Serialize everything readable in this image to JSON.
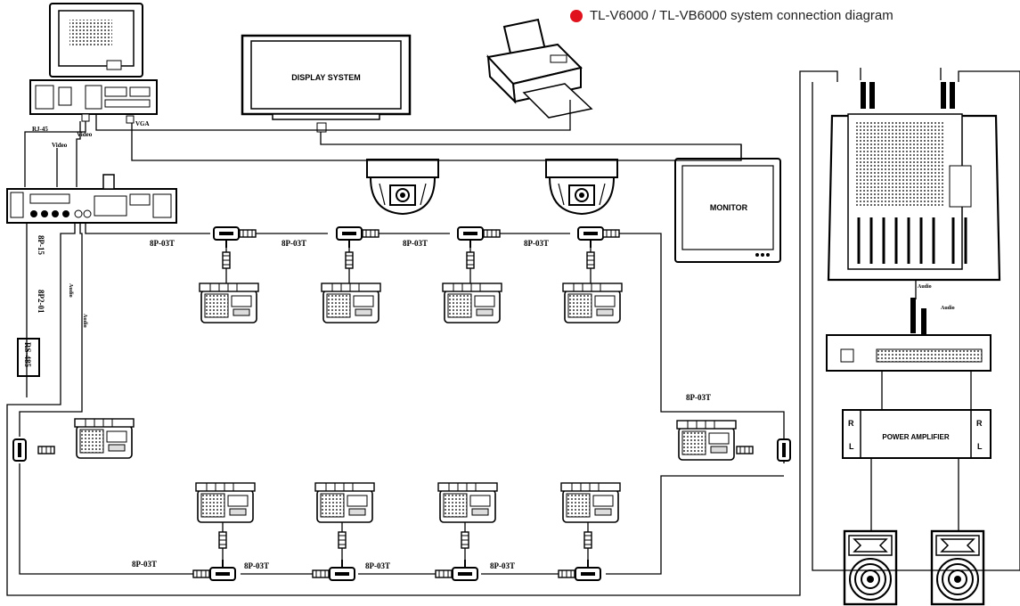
{
  "title": "TL-V6000 / TL-VB6000 system connection diagram",
  "accent_color": "#e0121e",
  "labels": {
    "display": "DISPLAY SYSTEM",
    "monitor": "MONITOR",
    "power_amp": "POWER AMPLIFIER",
    "rj45": "RJ-45",
    "video": "Video",
    "vga": "VGA",
    "audio": "Audio",
    "p15": "8P-15",
    "p2": "8P2-01",
    "rs485": "RS-485",
    "cable": "8P-03T",
    "r": "R",
    "l": "L"
  }
}
